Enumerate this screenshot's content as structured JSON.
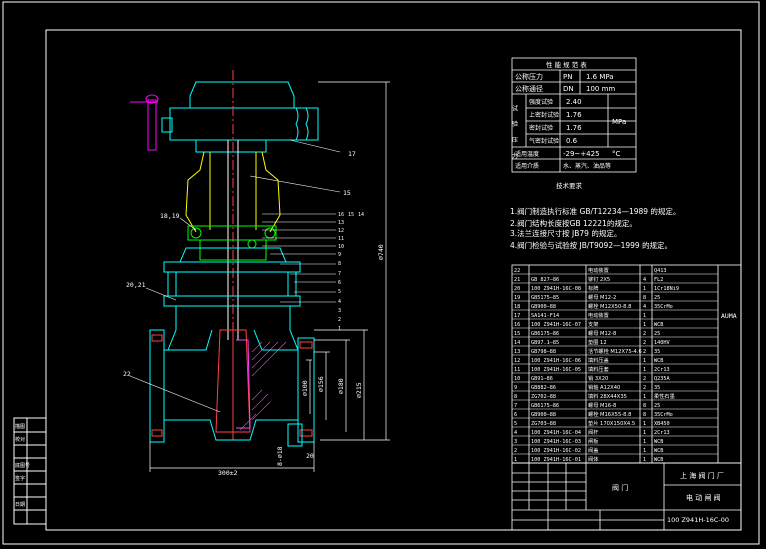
{
  "drawing": {
    "callouts": [
      "17",
      "15",
      "18,19",
      "20,21",
      "22",
      "16",
      "15",
      "14",
      "13",
      "12",
      "11",
      "10",
      "9",
      "8",
      "7",
      "6",
      "5",
      "4",
      "3",
      "2",
      "1"
    ],
    "dims": {
      "d740": "∅740",
      "d215": "∅215",
      "d180": "∅180",
      "d156": "∅156",
      "d100": "∅100",
      "len300": "300±2",
      "n8": "8-∅18",
      "t20": "20"
    }
  },
  "perf_table": {
    "title": "性 能 规 范 表",
    "rows": [
      {
        "label": "公称压力",
        "sym": "PN",
        "val": "1.6  MPa"
      },
      {
        "label": "公称通径",
        "sym": "DN",
        "val": "100  mm"
      }
    ],
    "test_group": "试 验 压 力",
    "tests": [
      {
        "label": "强度试验",
        "val": "2.40"
      },
      {
        "label": "上密封试验",
        "val": "1.76"
      },
      {
        "label": "密封试验",
        "val": "1.76"
      },
      {
        "label": "气密封试验",
        "val": "0.6"
      }
    ],
    "test_unit": "MPa",
    "temp": {
      "label": "适用温度",
      "val": "-29~+425",
      "unit": "°C"
    },
    "media": {
      "label": "适用介质",
      "val": "水、蒸汽、油品等"
    }
  },
  "tech_title": "技术要求",
  "requirements": [
    "1.阀门制造执行标准 GB/T12234—1989 的规定。",
    "2.阀门结构长度按GB 12221的规定。",
    "3.法兰连接尺寸按 JB79 的规定。",
    "4.阀门检验与试验按 JB/T9092—1999 的规定。"
  ],
  "bom": [
    {
      "no": "22",
      "code": "",
      "name": "电动装置",
      "qty": "",
      "mat": "Q413"
    },
    {
      "no": "21",
      "code": "GB 827—86",
      "name": "铆钉 2X5",
      "qty": "4",
      "mat": "FL2"
    },
    {
      "no": "20",
      "code": "100 Z941H-16C-08",
      "name": "标牌",
      "qty": "1",
      "mat": "1Cr18Ni9"
    },
    {
      "no": "19",
      "code": "GB5175—85",
      "name": "螺母 M12-2",
      "qty": "8",
      "mat": "25"
    },
    {
      "no": "18",
      "code": "GB900—88",
      "name": "螺栓 M12X50-8.8",
      "qty": "4",
      "mat": "35CrMo"
    },
    {
      "no": "17",
      "code": "SA141-F14",
      "name": "电动装置",
      "qty": "1",
      "mat": ""
    },
    {
      "no": "16",
      "code": "100 Z941H-16C-07",
      "name": "支架",
      "qty": "1",
      "mat": "WCB"
    },
    {
      "no": "15",
      "code": "GB6175—86",
      "name": "螺母 M12-8",
      "qty": "2",
      "mat": "25"
    },
    {
      "no": "14",
      "code": "GB97.1—85",
      "name": "垫圈 12",
      "qty": "2",
      "mat": "140HV"
    },
    {
      "no": "13",
      "code": "GB798—88",
      "name": "活节螺栓 M12X75-4.6",
      "qty": "2",
      "mat": "35"
    },
    {
      "no": "12",
      "code": "100 Z941H-16C-06",
      "name": "填料压盖",
      "qty": "1",
      "mat": "WCB"
    },
    {
      "no": "11",
      "code": "100 Z941H-16C-05",
      "name": "填料压套",
      "qty": "1",
      "mat": "2Cr13"
    },
    {
      "no": "10",
      "code": "GB91—86",
      "name": "销 3X20",
      "qty": "2",
      "mat": "Q235A"
    },
    {
      "no": "9",
      "code": "GB882—86",
      "name": "销轴 A12X40",
      "qty": "2",
      "mat": "35"
    },
    {
      "no": "8",
      "code": "ZG702—88",
      "name": "填料 28X44X35",
      "qty": "1",
      "mat": "柔性石墨"
    },
    {
      "no": "7",
      "code": "GB6175—86",
      "name": "螺母 M16-8",
      "qty": "8",
      "mat": "25"
    },
    {
      "no": "6",
      "code": "GB900—88",
      "name": "螺栓 M16X55-8.8",
      "qty": "8",
      "mat": "35CrMo"
    },
    {
      "no": "5",
      "code": "ZG703—88",
      "name": "垫片 170X150X4.5",
      "qty": "1",
      "mat": "XB450"
    },
    {
      "no": "4",
      "code": "100 Z941H-16C-04",
      "name": "阀杆",
      "qty": "1",
      "mat": "2Cr13"
    },
    {
      "no": "3",
      "code": "100 Z941H-16C-03",
      "name": "闸板",
      "qty": "1",
      "mat": "WCB"
    },
    {
      "no": "2",
      "code": "100 Z941H-16C-02",
      "name": "阀盖",
      "qty": "1",
      "mat": "WCB"
    },
    {
      "no": "1",
      "code": "100 Z941H-16C-01",
      "name": "阀体",
      "qty": "1",
      "mat": "WCB"
    }
  ],
  "bom_side": "AUMA",
  "title_block": {
    "label": "阀 门",
    "company": "上 海 阀 门 厂",
    "product": "电 动 闸 阀",
    "model": "100  Z941H-16C-00"
  },
  "left_strip": [
    "描图",
    "校对",
    "底图号",
    "签字",
    "日期"
  ]
}
